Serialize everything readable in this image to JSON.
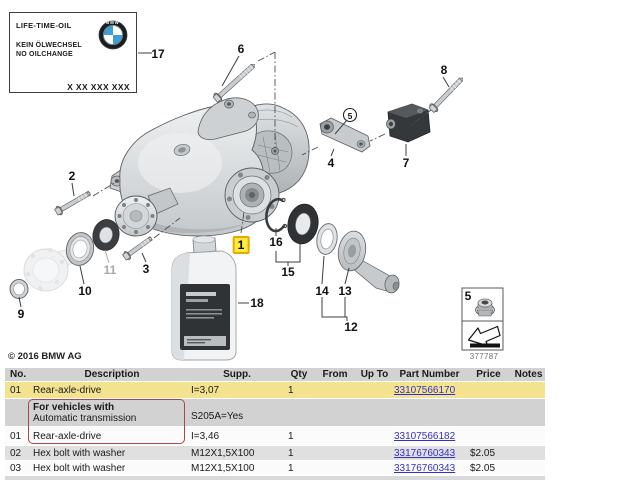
{
  "label_plate": {
    "title": "LIFE-TIME-OIL",
    "line_de": "KEIN ÖLWECHSEL",
    "line_en": "NO OILCHANGE",
    "code": "X XX XXX XXX",
    "logo_icon": "bmw-roundel-icon",
    "logo_text": "BMW"
  },
  "diagram": {
    "callouts": {
      "1": "1",
      "2": "2",
      "3": "3",
      "4": "4",
      "5": "5",
      "6": "6",
      "7": "7",
      "8": "8",
      "9": "9",
      "10": "10",
      "11": "11",
      "12": "12",
      "13": "13",
      "14": "14",
      "15": "15",
      "16": "16",
      "17": "17",
      "18": "18"
    },
    "highlighted_callout": "1",
    "figure_number": "377787"
  },
  "copyright": "© 2016 BMW AG",
  "table": {
    "headers": [
      "No.",
      "Description",
      "Supp.",
      "Qty",
      "From",
      "Up To",
      "Part Number",
      "Price",
      "Notes"
    ],
    "rows": [
      {
        "no": "01",
        "description": "Rear-axle-drive",
        "supp": "I=3,07",
        "qty": "1",
        "from": "",
        "up_to": "",
        "part_number": "33107566170",
        "price": "",
        "notes": ""
      },
      {
        "note_title": "For vehicles with",
        "note_detail": "Automatic transmission",
        "supp": "S205A=Yes"
      },
      {
        "no": "01",
        "description": "Rear-axle-drive",
        "supp": "I=3,46",
        "qty": "1",
        "part_number": "33107566182",
        "price": ""
      },
      {
        "no": "02",
        "description": "Hex bolt with washer",
        "supp": "M12X1,5X100",
        "qty": "1",
        "part_number": "33176760343",
        "price": "$2.05"
      },
      {
        "no": "03",
        "description": "Hex bolt with washer",
        "supp": "M12X1,5X100",
        "qty": "1",
        "part_number": "33176760343",
        "price": "$2.05"
      }
    ]
  },
  "colors": {
    "highlight_yellow": "#f3e290",
    "callout_yellow": "#ffec3d",
    "link_blue": "#3232c8",
    "note_red": "#a84848"
  }
}
